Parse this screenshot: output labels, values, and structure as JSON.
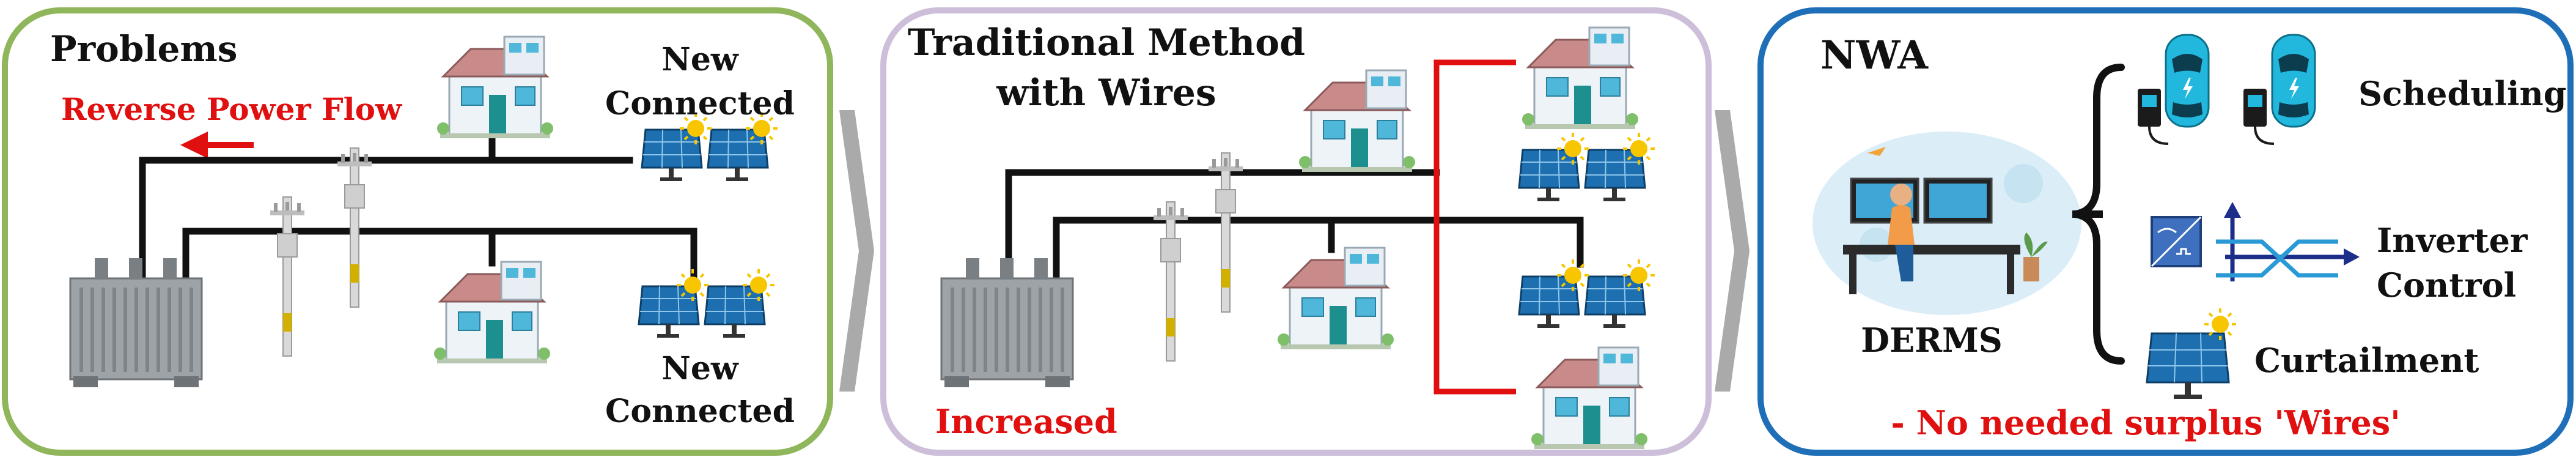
{
  "panels": {
    "problems": {
      "title": "Problems",
      "reverse_label": "Reverse Power Flow",
      "new_connected_top_1": "New",
      "new_connected_top_2": "Connected",
      "new_connected_bottom_1": "New",
      "new_connected_bottom_2": "Connected"
    },
    "traditional": {
      "title_1": "Traditional Method",
      "title_2": "with Wires",
      "increased_label": "Increased"
    },
    "nwa": {
      "title": "NWA",
      "derms_label": "DERMS",
      "scheduling_label": "Scheduling",
      "inverter_label_1": "Inverter",
      "inverter_label_2": "Control",
      "curtailment_label": "Curtailment",
      "note": "- No needed surplus 'Wires'"
    }
  },
  "colors": {
    "problems_border": "#8fb65a",
    "traditional_border": "#cdbfd9",
    "nwa_border": "#1f6fb8",
    "accent_red": "#e01010",
    "wire": "#111111",
    "solar_blue": "#1d6fb0",
    "sun": "#f7c600",
    "ev_cyan": "#22b7dc"
  },
  "icons": [
    "transformer-icon",
    "utility-pole-icon",
    "house-icon",
    "solar-panel-icon",
    "sun-icon",
    "ev-icon",
    "ev-charger-icon",
    "inverter-icon",
    "operator-desk-icon"
  ]
}
